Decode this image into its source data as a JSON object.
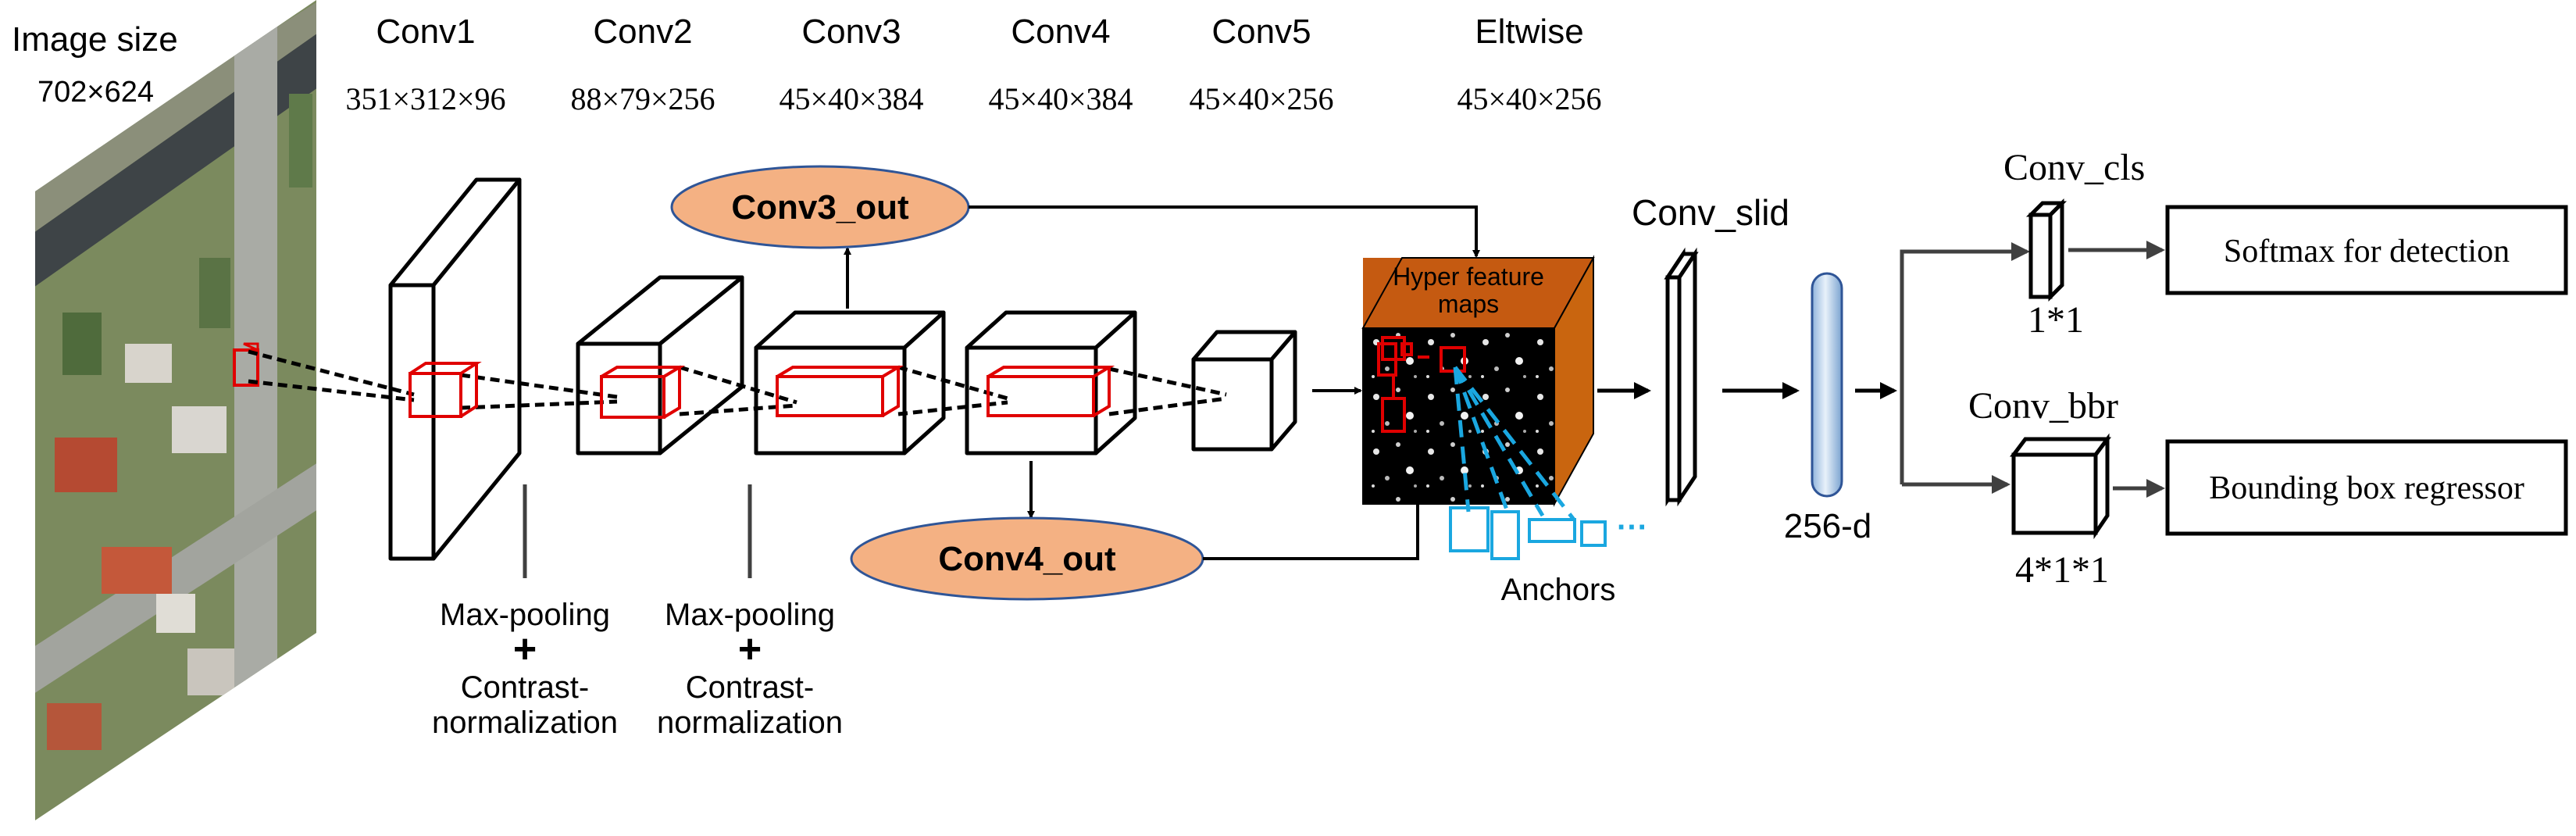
{
  "colors": {
    "oval_fill": "#f4b183",
    "oval_stroke": "#2f5597",
    "red": "#e00000",
    "cyan": "#1aa7e0",
    "hyper_top": "#c55a11",
    "hyper_side": "#c9650f",
    "fc_fill": "#bdd7ee",
    "line": "#404040"
  },
  "header": {
    "image_size_label": "Image size",
    "image_size_value": "702×624",
    "layers": [
      {
        "name": "Conv1",
        "dims": "351×312×96"
      },
      {
        "name": "Conv2",
        "dims": "88×79×256"
      },
      {
        "name": "Conv3",
        "dims": "45×40×384"
      },
      {
        "name": "Conv4",
        "dims": "45×40×384"
      },
      {
        "name": "Conv5",
        "dims": "45×40×256"
      },
      {
        "name": "Eltwise",
        "dims": "45×40×256"
      }
    ]
  },
  "outputs": {
    "conv3_out": "Conv3_out",
    "conv4_out": "Conv4_out"
  },
  "hyper": {
    "title_line1": "Hyper feature",
    "title_line2": "maps",
    "anchors_label": "Anchors",
    "anchors_dots": "···"
  },
  "notes": [
    {
      "line1": "Max-pooling",
      "plus": "+",
      "line2": "Contrast-",
      "line3": "normalization"
    },
    {
      "line1": "Max-pooling",
      "plus": "+",
      "line2": "Contrast-",
      "line3": "normalization"
    }
  ],
  "rpn": {
    "conv_slid": "Conv_slid",
    "fc_label": "256-d",
    "cls_label": "Conv_cls",
    "cls_size": "1*1",
    "bbr_label": "Conv_bbr",
    "bbr_size": "4*1*1",
    "softmax_box": "Softmax for detection",
    "regressor_box": "Bounding box regressor"
  }
}
